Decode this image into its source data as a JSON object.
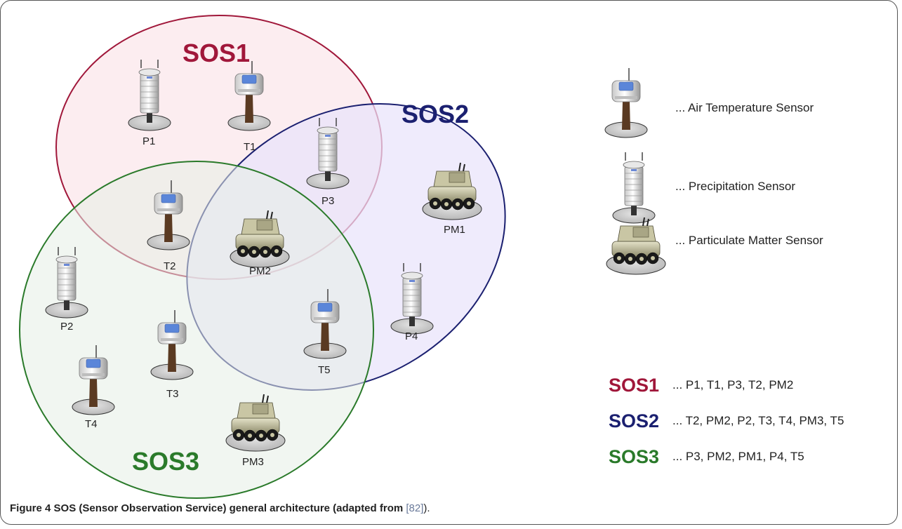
{
  "colors": {
    "sos1": "#a0173a",
    "sos2": "#1b2070",
    "sos3": "#2a7a2a",
    "sos1_fill": "#fbe6ea",
    "sos2_fill": "#e9e3fb",
    "sos3_fill": "#e6efe6"
  },
  "groups": [
    {
      "title": "SOS1",
      "color_key": "sos1"
    },
    {
      "title": "SOS2",
      "color_key": "sos2"
    },
    {
      "title": "SOS3",
      "color_key": "sos3"
    }
  ],
  "sensors": [
    {
      "label": "P1",
      "kind": "precipitation"
    },
    {
      "label": "T1",
      "kind": "air-temperature"
    },
    {
      "label": "P3",
      "kind": "precipitation"
    },
    {
      "label": "PM1",
      "kind": "particulate-matter"
    },
    {
      "label": "T2",
      "kind": "air-temperature"
    },
    {
      "label": "PM2",
      "kind": "particulate-matter"
    },
    {
      "label": "P2",
      "kind": "precipitation"
    },
    {
      "label": "P4",
      "kind": "precipitation"
    },
    {
      "label": "T5",
      "kind": "air-temperature"
    },
    {
      "label": "T3",
      "kind": "air-temperature"
    },
    {
      "label": "T4",
      "kind": "air-temperature"
    },
    {
      "label": "PM3",
      "kind": "particulate-matter"
    }
  ],
  "legend": [
    {
      "kind": "air-temperature",
      "text": "... Air Temperature Sensor"
    },
    {
      "kind": "precipitation",
      "text": "... Precipitation Sensor"
    },
    {
      "kind": "particulate-matter",
      "text": "... Particulate Matter Sensor"
    }
  ],
  "summary": [
    {
      "name": "SOS1",
      "members": "... P1, T1, P3, T2, PM2"
    },
    {
      "name": "SOS2",
      "members": "... T2, PM2, P2, T3, T4, PM3, T5"
    },
    {
      "name": "SOS3",
      "members": "... P3, PM2, PM1, P4, T5"
    }
  ],
  "caption": {
    "label": "Figure 4",
    "text": "SOS (Sensor Observation Service) general architecture (adapted from",
    "ref": "[82]",
    "end": ")."
  }
}
